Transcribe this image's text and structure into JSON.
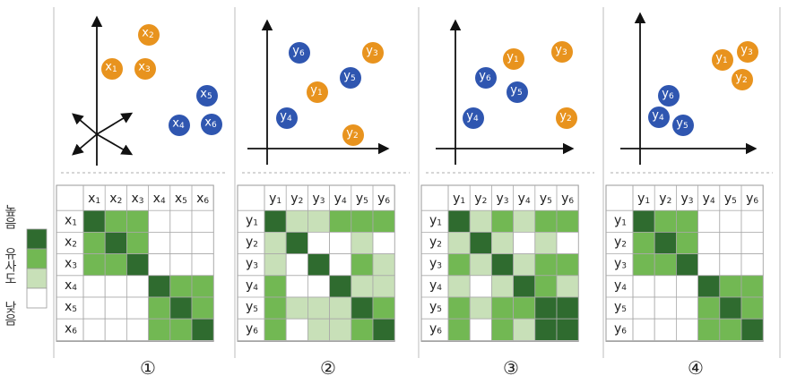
{
  "legend": {
    "high_label": "높음",
    "title": "유사도",
    "low_label": "낮음"
  },
  "colors": {
    "orange": "#e8931e",
    "blue": "#2f56b0",
    "level": [
      "#ffffff",
      "#c8e0b8",
      "#72b853",
      "#2f6b2f"
    ]
  },
  "panels": [
    {
      "number": "①",
      "prefix": "x",
      "points": [
        {
          "label": "x1",
          "group": "orange"
        },
        {
          "label": "x2",
          "group": "orange"
        },
        {
          "label": "x3",
          "group": "orange"
        },
        {
          "label": "x5",
          "group": "blue"
        },
        {
          "label": "x4",
          "group": "blue"
        },
        {
          "label": "x6",
          "group": "blue"
        }
      ],
      "axes": "3d",
      "matrix": [
        [
          3,
          2,
          2,
          0,
          0,
          0
        ],
        [
          2,
          3,
          2,
          0,
          0,
          0
        ],
        [
          2,
          2,
          3,
          0,
          0,
          0
        ],
        [
          0,
          0,
          0,
          3,
          2,
          2
        ],
        [
          0,
          0,
          0,
          2,
          3,
          2
        ],
        [
          0,
          0,
          0,
          2,
          2,
          3
        ]
      ]
    },
    {
      "number": "②",
      "prefix": "y",
      "points": [
        {
          "label": "y6",
          "group": "blue"
        },
        {
          "label": "y3",
          "group": "orange"
        },
        {
          "label": "y5",
          "group": "blue"
        },
        {
          "label": "y1",
          "group": "orange"
        },
        {
          "label": "y4",
          "group": "blue"
        },
        {
          "label": "y2",
          "group": "orange"
        }
      ],
      "axes": "2d",
      "matrix": [
        [
          3,
          1,
          1,
          2,
          2,
          2
        ],
        [
          1,
          3,
          0,
          0,
          1,
          0
        ],
        [
          1,
          0,
          3,
          0,
          2,
          1
        ],
        [
          2,
          0,
          0,
          3,
          1,
          1
        ],
        [
          2,
          1,
          1,
          1,
          3,
          2
        ],
        [
          2,
          0,
          1,
          1,
          2,
          3
        ]
      ]
    },
    {
      "number": "③",
      "prefix": "y",
      "points": [
        {
          "label": "y1",
          "group": "orange"
        },
        {
          "label": "y3",
          "group": "orange"
        },
        {
          "label": "y6",
          "group": "blue"
        },
        {
          "label": "y5",
          "group": "blue"
        },
        {
          "label": "y4",
          "group": "blue"
        },
        {
          "label": "y2",
          "group": "orange"
        }
      ],
      "axes": "2d",
      "matrix": [
        [
          3,
          1,
          2,
          1,
          2,
          2
        ],
        [
          1,
          3,
          1,
          0,
          1,
          0
        ],
        [
          2,
          1,
          3,
          1,
          2,
          2
        ],
        [
          1,
          0,
          1,
          3,
          2,
          1
        ],
        [
          2,
          1,
          2,
          2,
          3,
          3
        ],
        [
          2,
          0,
          2,
          1,
          3,
          3
        ]
      ]
    },
    {
      "number": "④",
      "prefix": "y",
      "points": [
        {
          "label": "y1",
          "group": "orange"
        },
        {
          "label": "y3",
          "group": "orange"
        },
        {
          "label": "y2",
          "group": "orange"
        },
        {
          "label": "y6",
          "group": "blue"
        },
        {
          "label": "y4",
          "group": "blue"
        },
        {
          "label": "y5",
          "group": "blue"
        }
      ],
      "axes": "2d",
      "matrix": [
        [
          3,
          2,
          2,
          0,
          0,
          0
        ],
        [
          2,
          3,
          2,
          0,
          0,
          0
        ],
        [
          2,
          2,
          3,
          0,
          0,
          0
        ],
        [
          0,
          0,
          0,
          3,
          2,
          2
        ],
        [
          0,
          0,
          0,
          2,
          3,
          2
        ],
        [
          0,
          0,
          0,
          2,
          2,
          3
        ]
      ]
    }
  ]
}
